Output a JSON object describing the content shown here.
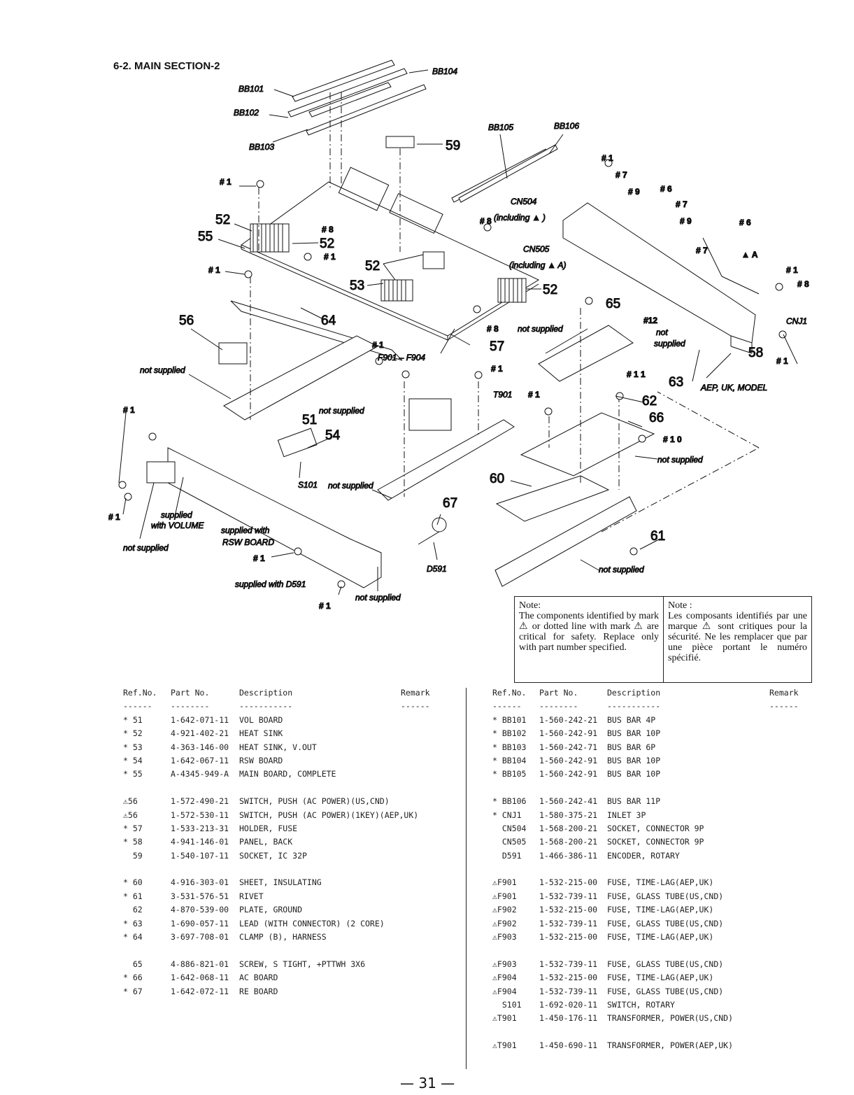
{
  "section_title": "6-2. MAIN SECTION-2",
  "diagram_labels": {
    "bb101": "BB101",
    "bb102": "BB102",
    "bb103": "BB103",
    "bb104": "BB104",
    "bb105": "BB105",
    "bb106": "BB106",
    "cn504": "CN504",
    "cn504_sub": "(including ▲ )",
    "cn505": "CN505",
    "cn505_sub": "(including ▲ A)",
    "f901_f904": "F901 – F904",
    "t901": "T901",
    "s101": "S101",
    "d591": "D591",
    "cnj1": "CNJ1",
    "aep_uk_model": "AEP, UK, MODEL",
    "triangle_a": "▲ A",
    "not_supplied": "not supplied",
    "not": "not",
    "supplied": "supplied",
    "supplied_with_volume_1": "supplied",
    "supplied_with_volume_2": "with VOLUME",
    "supplied_with_rsw_1": "supplied with",
    "supplied_with_rsw_2": "RSW BOARD",
    "supplied_with_d591": "supplied with D591",
    "n51": "51",
    "n52": "52",
    "n53": "53",
    "n54": "54",
    "n55": "55",
    "n56": "56",
    "n57": "57",
    "n58": "58",
    "n59": "59",
    "n60": "60",
    "n61": "61",
    "n62": "62",
    "n63": "63",
    "n64": "64",
    "n65": "65",
    "n66": "66",
    "n67": "67",
    "h1": "# 1",
    "h6": "# 6",
    "h7": "# 7",
    "h8": "# 8",
    "h9": "# 9",
    "h10": "# 1 0",
    "h11": "# 1 1",
    "h12": "#12"
  },
  "note_en": {
    "title": "Note:",
    "body": "The components identified by mark ⚠ or dotted line with mark ⚠ are critical for safety. Replace only with part number specified."
  },
  "note_fr": {
    "title": "Note :",
    "body": "Les composants identifiés par une marque ⚠ sont critiques pour la sécurité. Ne les remplacer que par une pièce portant le numéro spécifié."
  },
  "table_header": {
    "ref": "Ref.No.",
    "part": "Part No.",
    "desc": "Description",
    "remark": "Remark",
    "ref_dash": "------",
    "part_dash": "--------",
    "desc_dash": "-----------",
    "remark_dash": "------"
  },
  "left_groups": [
    [
      {
        "ref": "* 51",
        "part": "1-642-071-11",
        "desc": "VOL BOARD"
      },
      {
        "ref": "* 52",
        "part": "4-921-402-21",
        "desc": "HEAT SINK"
      },
      {
        "ref": "* 53",
        "part": "4-363-146-00",
        "desc": "HEAT SINK, V.OUT"
      },
      {
        "ref": "* 54",
        "part": "1-642-067-11",
        "desc": "RSW BOARD"
      },
      {
        "ref": "* 55",
        "part": "A-4345-949-A",
        "desc": "MAIN BOARD, COMPLETE"
      }
    ],
    [
      {
        "ref": "⚠56",
        "part": "1-572-490-21",
        "desc": "SWITCH, PUSH (AC POWER)(US,CND)"
      },
      {
        "ref": "⚠56",
        "part": "1-572-530-11",
        "desc": "SWITCH, PUSH (AC POWER)(1KEY)(AEP,UK)"
      },
      {
        "ref": "* 57",
        "part": "1-533-213-31",
        "desc": "HOLDER, FUSE"
      },
      {
        "ref": "* 58",
        "part": "4-941-146-01",
        "desc": "PANEL, BACK"
      },
      {
        "ref": "  59",
        "part": "1-540-107-11",
        "desc": "SOCKET, IC 32P"
      }
    ],
    [
      {
        "ref": "* 60",
        "part": "4-916-303-01",
        "desc": "SHEET, INSULATING"
      },
      {
        "ref": "* 61",
        "part": "3-531-576-51",
        "desc": "RIVET"
      },
      {
        "ref": "  62",
        "part": "4-870-539-00",
        "desc": "PLATE, GROUND"
      },
      {
        "ref": "* 63",
        "part": "1-690-057-11",
        "desc": "LEAD (WITH CONNECTOR) (2 CORE)"
      },
      {
        "ref": "* 64",
        "part": "3-697-708-01",
        "desc": "CLAMP (B), HARNESS"
      }
    ],
    [
      {
        "ref": "  65",
        "part": "4-886-821-01",
        "desc": "SCREW, S TIGHT, +PTTWH 3X6"
      },
      {
        "ref": "* 66",
        "part": "1-642-068-11",
        "desc": "AC BOARD"
      },
      {
        "ref": "* 67",
        "part": "1-642-072-11",
        "desc": "RE BOARD"
      }
    ]
  ],
  "right_groups": [
    [
      {
        "ref": "* BB101",
        "part": "1-560-242-21",
        "desc": "BUS BAR 4P"
      },
      {
        "ref": "* BB102",
        "part": "1-560-242-91",
        "desc": "BUS BAR 10P"
      },
      {
        "ref": "* BB103",
        "part": "1-560-242-71",
        "desc": "BUS BAR 6P"
      },
      {
        "ref": "* BB104",
        "part": "1-560-242-91",
        "desc": "BUS BAR 10P"
      },
      {
        "ref": "* BB105",
        "part": "1-560-242-91",
        "desc": "BUS BAR 10P"
      }
    ],
    [
      {
        "ref": "* BB106",
        "part": "1-560-242-41",
        "desc": "BUS BAR 11P"
      },
      {
        "ref": "* CNJ1",
        "part": "1-580-375-21",
        "desc": "INLET 3P"
      },
      {
        "ref": "  CN504",
        "part": "1-568-200-21",
        "desc": "SOCKET, CONNECTOR 9P"
      },
      {
        "ref": "  CN505",
        "part": "1-568-200-21",
        "desc": "SOCKET, CONNECTOR 9P"
      },
      {
        "ref": "  D591",
        "part": "1-466-386-11",
        "desc": "ENCODER, ROTARY"
      }
    ],
    [
      {
        "ref": "⚠F901",
        "part": "1-532-215-00",
        "desc": "FUSE, TIME-LAG(AEP,UK)"
      },
      {
        "ref": "⚠F901",
        "part": "1-532-739-11",
        "desc": "FUSE, GLASS TUBE(US,CND)"
      },
      {
        "ref": "⚠F902",
        "part": "1-532-215-00",
        "desc": "FUSE, TIME-LAG(AEP,UK)"
      },
      {
        "ref": "⚠F902",
        "part": "1-532-739-11",
        "desc": "FUSE, GLASS TUBE(US,CND)"
      },
      {
        "ref": "⚠F903",
        "part": "1-532-215-00",
        "desc": "FUSE, TIME-LAG(AEP,UK)"
      }
    ],
    [
      {
        "ref": "⚠F903",
        "part": "1-532-739-11",
        "desc": "FUSE, GLASS TUBE(US,CND)"
      },
      {
        "ref": "⚠F904",
        "part": "1-532-215-00",
        "desc": "FUSE, TIME-LAG(AEP,UK)"
      },
      {
        "ref": "⚠F904",
        "part": "1-532-739-11",
        "desc": "FUSE, GLASS TUBE(US,CND)"
      },
      {
        "ref": "  S101",
        "part": "1-692-020-11",
        "desc": "SWITCH, ROTARY"
      },
      {
        "ref": "⚠T901",
        "part": "1-450-176-11",
        "desc": "TRANSFORMER, POWER(US,CND)"
      }
    ],
    [
      {
        "ref": "⚠T901",
        "part": "1-450-690-11",
        "desc": "TRANSFORMER, POWER(AEP,UK)"
      }
    ]
  ],
  "page_number": "— 31 —"
}
